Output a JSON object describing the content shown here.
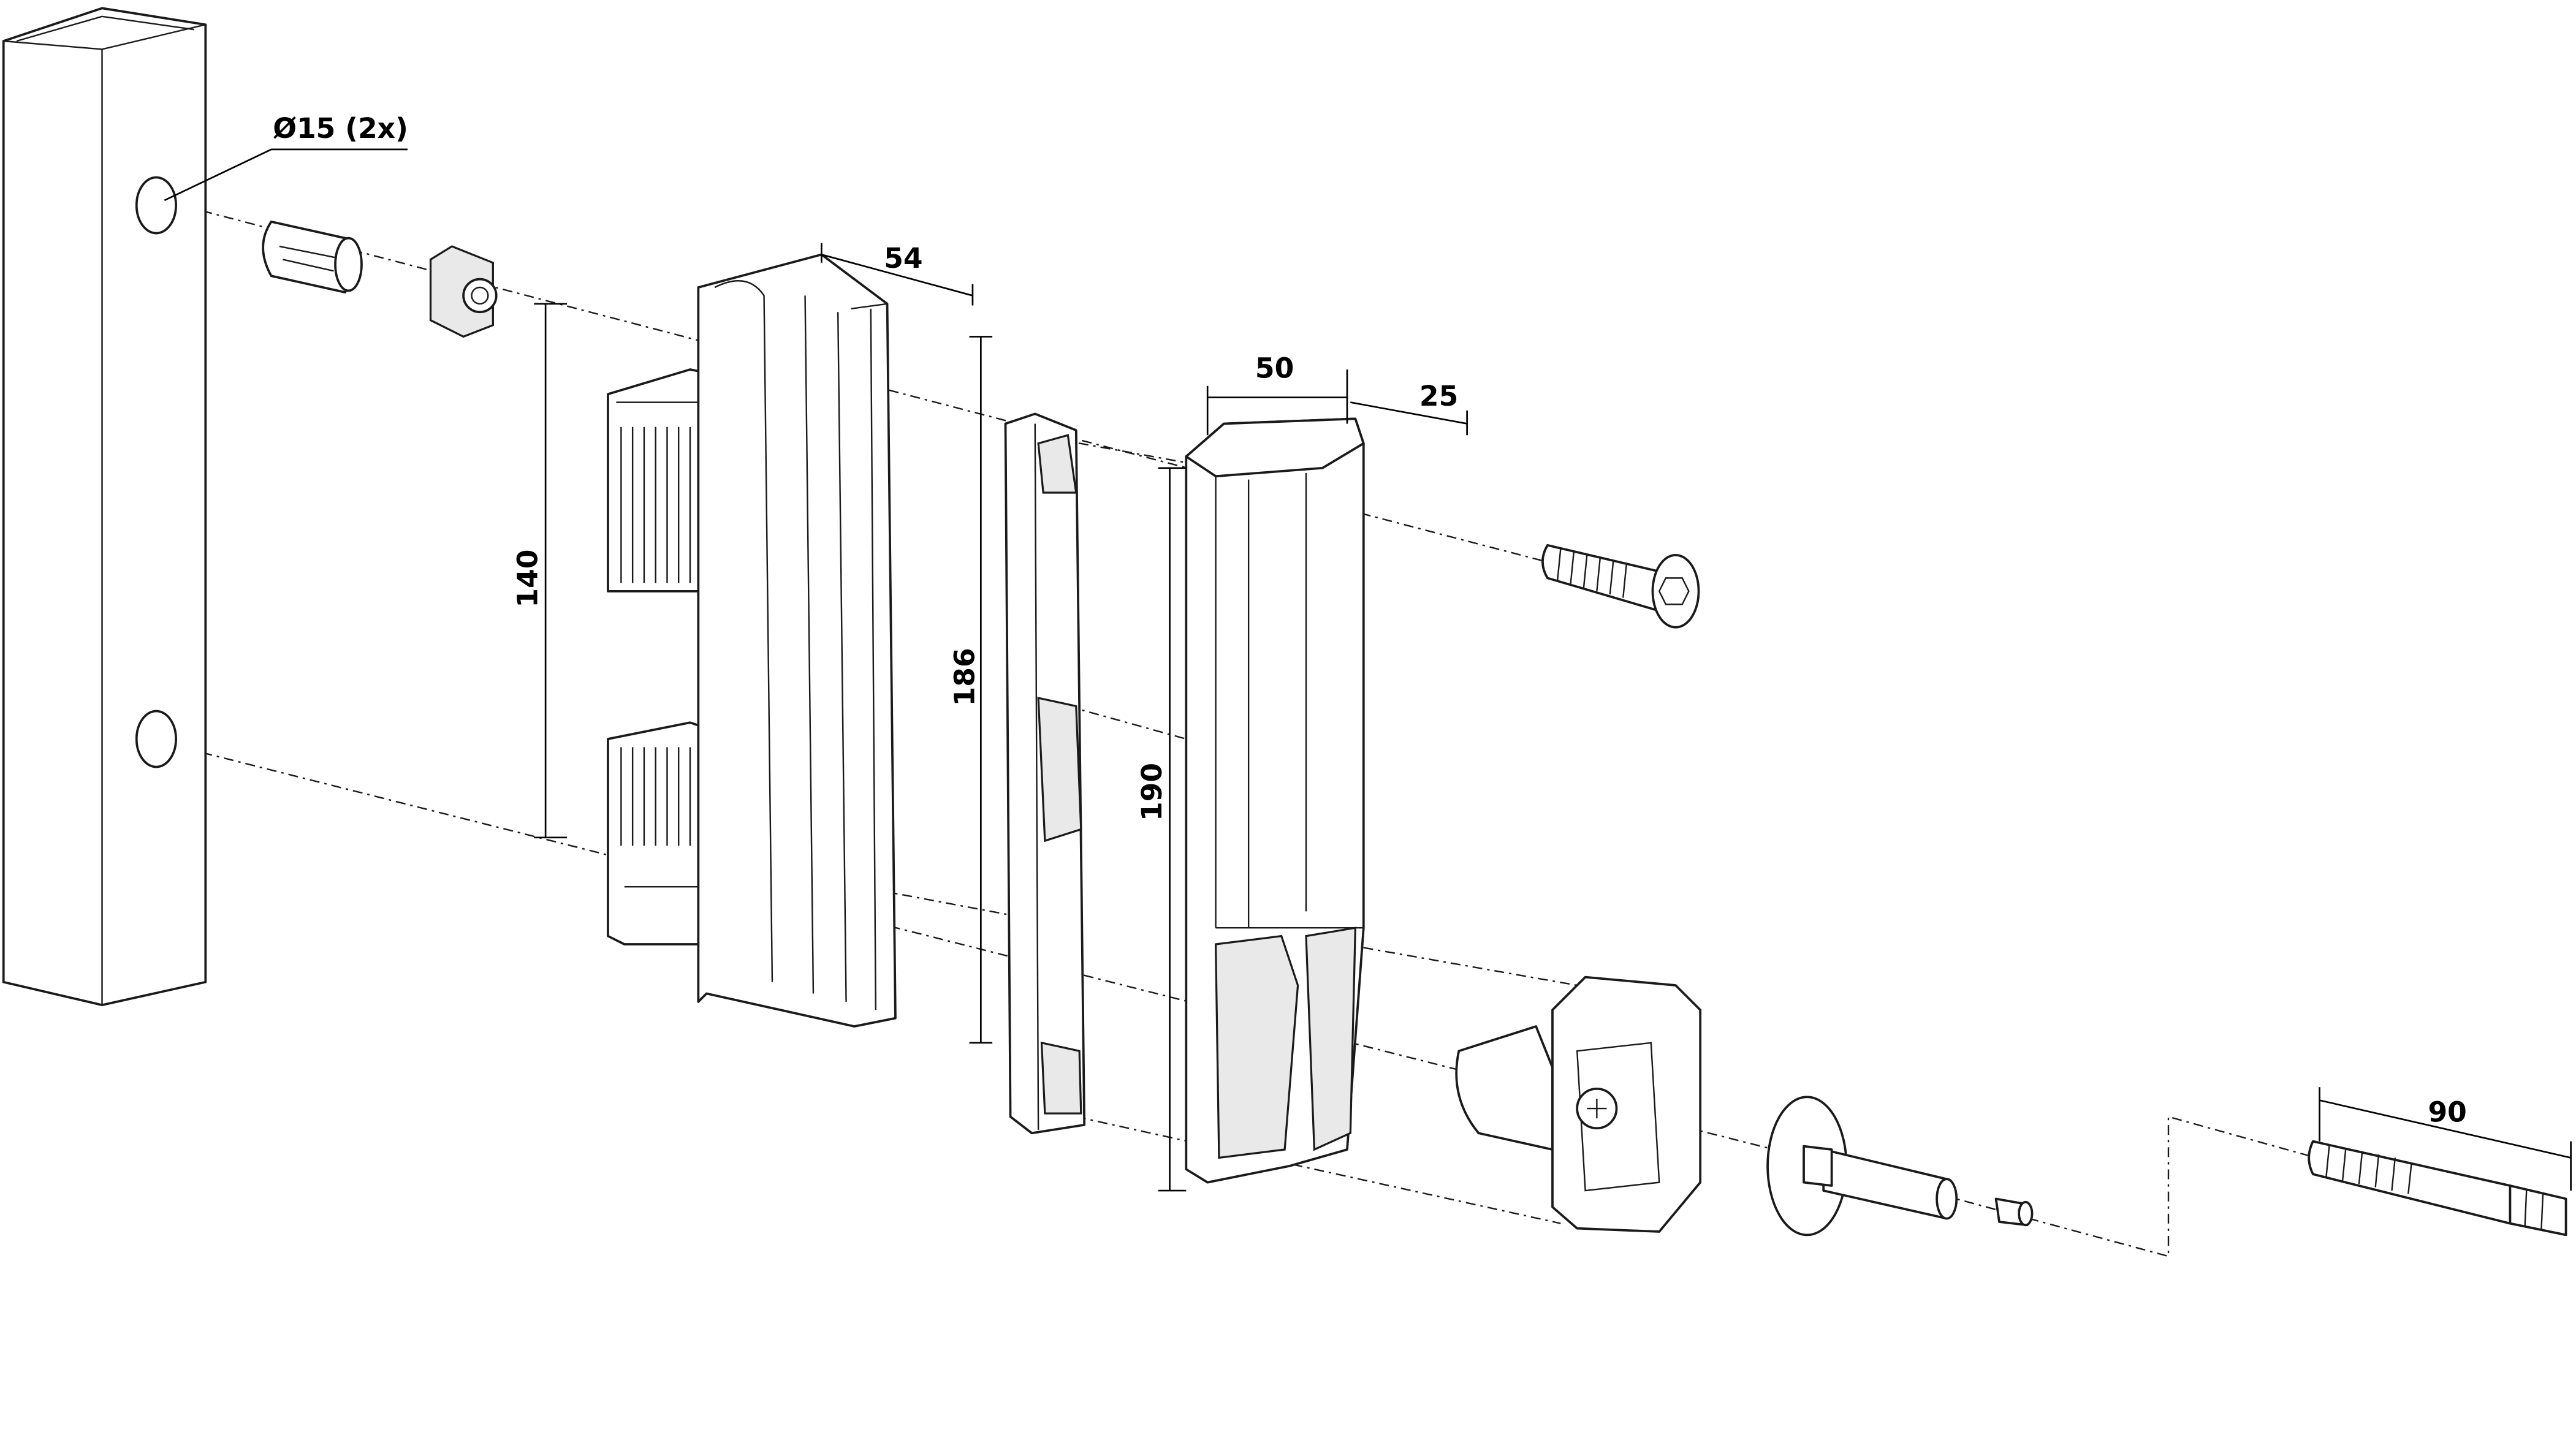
{
  "diagram": {
    "labels": {
      "hole_diameter": "Ø15 (2x)",
      "handle_depth": "54",
      "hole_spacing": "140",
      "handle_height": "186",
      "keeper_width": "50",
      "keeper_depth": "25",
      "keeper_height": "190",
      "rod_length": "90"
    },
    "colors": {
      "line": "#1a1a1a",
      "fill": "#ffffff",
      "shade": "#e9e9e9"
    }
  }
}
